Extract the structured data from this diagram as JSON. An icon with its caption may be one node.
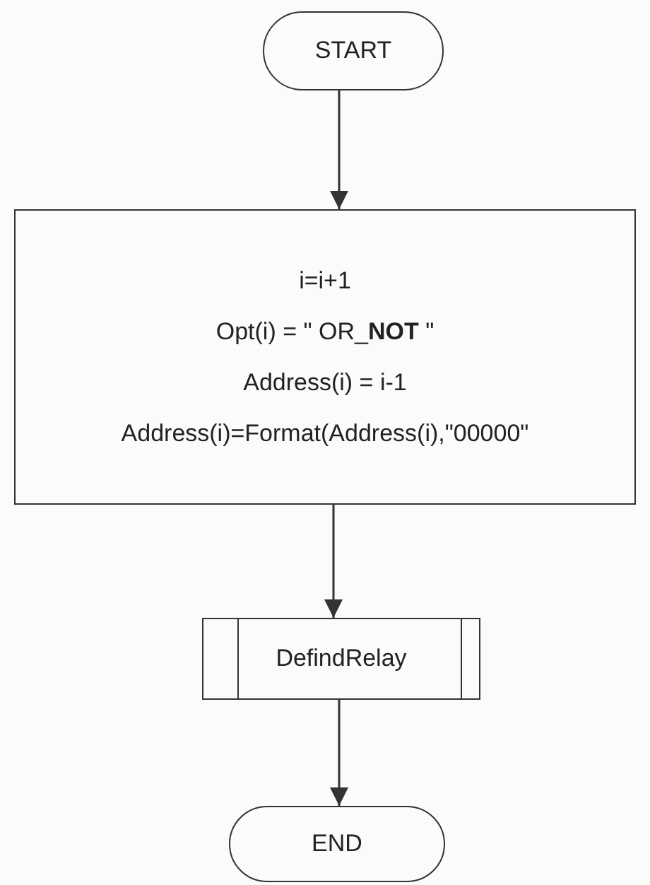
{
  "diagram": {
    "nodes": [
      {
        "text": [
          "START"
        ]
      },
      {
        "text": [
          "i=i+1",
          "Opt(i) = \" OR_**NOT** \"",
          "Address(i) = i-1",
          "Address(i)=Format(Address(i),\"00000\""
        ]
      },
      {
        "text": [
          "DefindRelay"
        ]
      },
      {
        "text": [
          "END"
        ]
      }
    ],
    "edges": [
      {
        "from": 0,
        "to": 1,
        "arrow": "to"
      },
      {
        "from": 1,
        "to": 2,
        "arrow": "to"
      },
      {
        "from": 2,
        "to": 3,
        "arrow": "to"
      }
    ]
  }
}
